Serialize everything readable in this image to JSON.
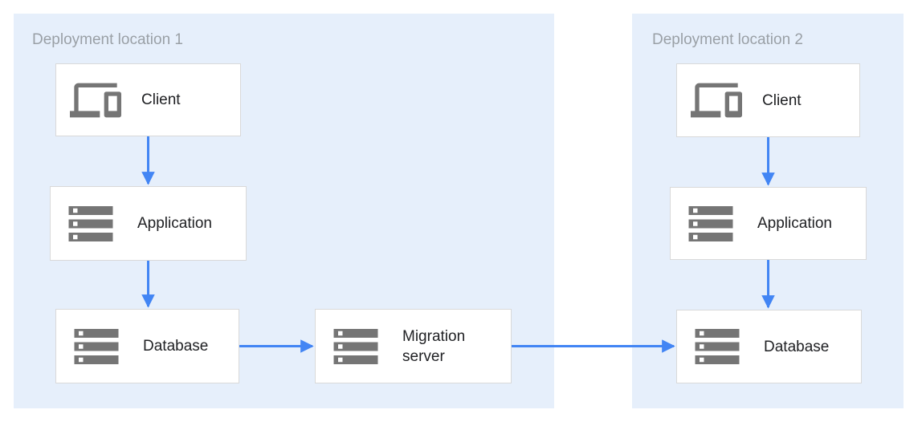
{
  "colors": {
    "panel-bg": "#E6EFFB",
    "arrow": "#4285F4",
    "icon-gray": "#757575",
    "title-gray": "#9AA0A6",
    "node-border": "#D9D9D9",
    "label-color": "#202124",
    "canvas-bg": "#FFFFFF"
  },
  "locations": [
    {
      "title": "Deployment location 1"
    },
    {
      "title": "Deployment location 2"
    }
  ],
  "nodes": {
    "client1": {
      "label": "Client",
      "icon": "client-devices-icon"
    },
    "app1": {
      "label": "Application",
      "icon": "server-stack-icon"
    },
    "db1": {
      "label": "Database",
      "icon": "server-stack-icon"
    },
    "migration": {
      "label": "Migration server",
      "icon": "server-stack-icon"
    },
    "client2": {
      "label": "Client",
      "icon": "client-devices-icon"
    },
    "app2": {
      "label": "Application",
      "icon": "server-stack-icon"
    },
    "db2": {
      "label": "Database",
      "icon": "server-stack-icon"
    }
  },
  "connections": [
    {
      "from": "client1",
      "to": "app1"
    },
    {
      "from": "app1",
      "to": "db1"
    },
    {
      "from": "db1",
      "to": "migration"
    },
    {
      "from": "migration",
      "to": "db2"
    },
    {
      "from": "client2",
      "to": "app2"
    },
    {
      "from": "app2",
      "to": "db2"
    }
  ]
}
